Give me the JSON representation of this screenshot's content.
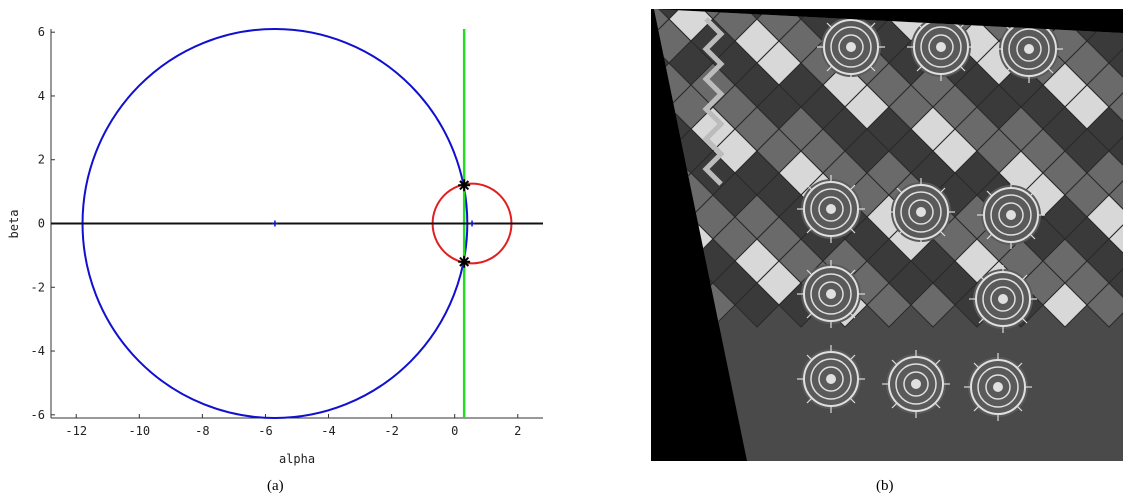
{
  "figure": {
    "panel_a_caption": "(a)",
    "panel_b_caption": "(b)"
  },
  "chart_data": {
    "type": "line",
    "xlabel": "alpha",
    "ylabel": "beta",
    "xlim": [
      -12.8,
      2.8
    ],
    "ylim": [
      -6.1,
      6.1
    ],
    "xticks": [
      -12,
      -10,
      -8,
      -6,
      -4,
      -2,
      0,
      2
    ],
    "yticks": [
      -6,
      -4,
      -2,
      0,
      2,
      4,
      6
    ],
    "grid": false,
    "series": [
      {
        "kind": "circle",
        "color": "#1010d0",
        "center": [
          -5.7,
          0
        ],
        "radius": 6.1
      },
      {
        "kind": "circle",
        "color": "#e02020",
        "center": [
          0.55,
          0
        ],
        "radius": 1.25
      },
      {
        "kind": "vline",
        "color": "#22dd22",
        "x": 0.3,
        "y_range": [
          -6.1,
          6.1
        ]
      },
      {
        "kind": "hline",
        "color": "#111111",
        "y": 0,
        "x_range": [
          -12.8,
          2.8
        ]
      }
    ],
    "markers": [
      {
        "symbol": "*",
        "color": "#000000",
        "x": 0.3,
        "y": 1.2
      },
      {
        "symbol": "*",
        "color": "#000000",
        "x": 0.3,
        "y": -1.2
      },
      {
        "symbol": "+",
        "color": "#1010d0",
        "x": -5.7,
        "y": 0
      },
      {
        "symbol": "+",
        "color": "#1010d0",
        "x": 0.55,
        "y": 0
      }
    ]
  },
  "photo": {
    "description_icon": "rectified-tiled-floor-image",
    "colors": {
      "background": "#000000",
      "tile_light": "#d8d8d8",
      "tile_dark": "#3a3a3a",
      "tile_mid": "#6a6a6a"
    }
  }
}
